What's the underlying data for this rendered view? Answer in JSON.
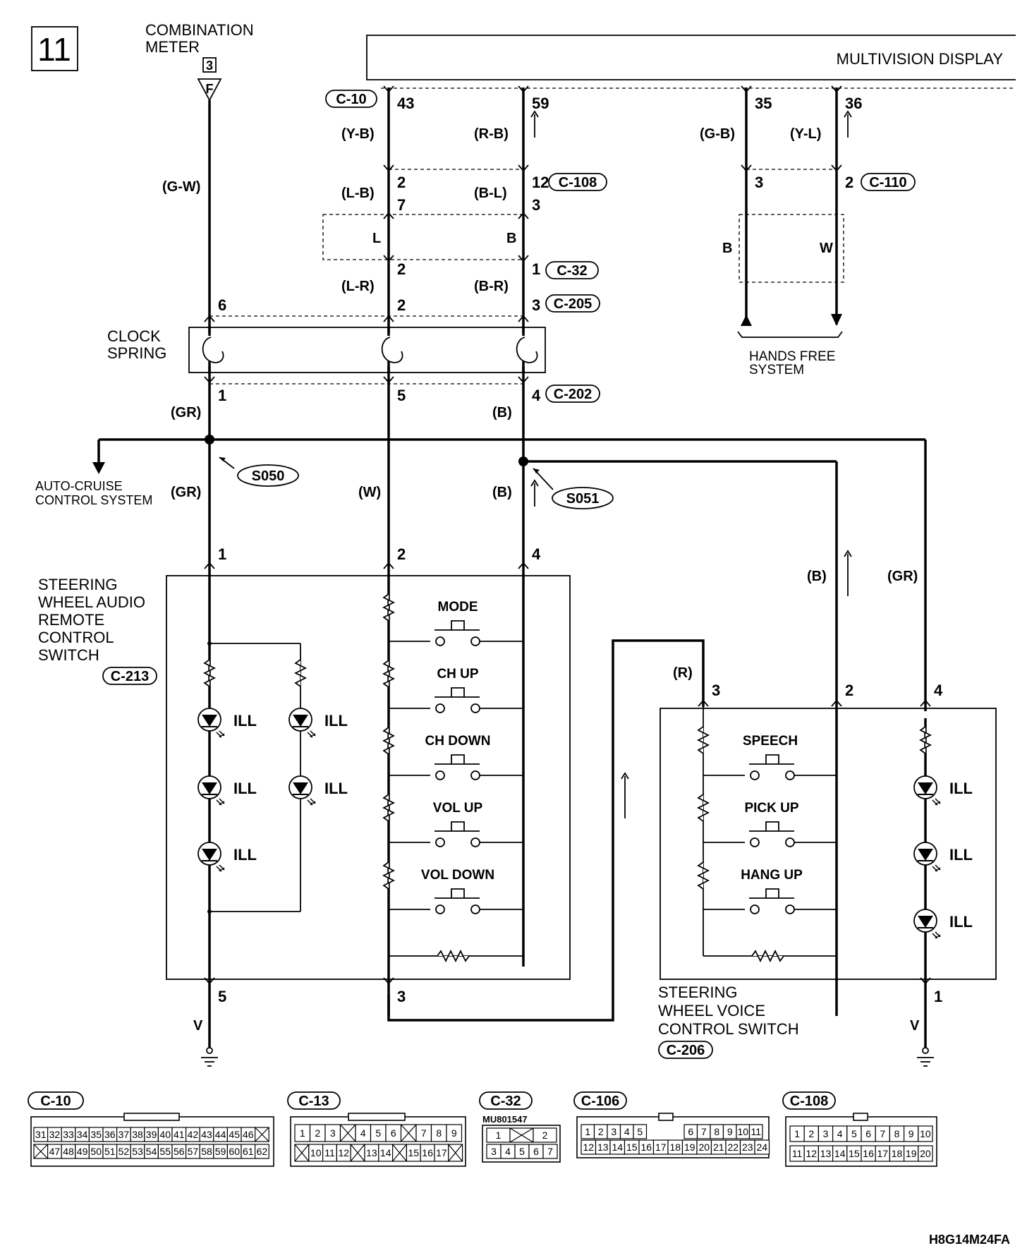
{
  "page_number": "11",
  "diagram_code": "H8G14M24FA",
  "components": {
    "combination_meter": {
      "name_line1": "COMBINATION",
      "name_line2": "METER",
      "connector_pin": "3",
      "terminal": "F"
    },
    "multivision_display": {
      "name": "MULTIVISION DISPLAY"
    },
    "clock_spring": {
      "line1": "CLOCK",
      "line2": "SPRING"
    },
    "hands_free": {
      "line1": "HANDS FREE",
      "line2": "SYSTEM"
    },
    "auto_cruise": {
      "line1": "AUTO-CRUISE",
      "line2": "CONTROL SYSTEM"
    },
    "audio_switch": {
      "line1": "STEERING",
      "line2": "WHEEL AUDIO",
      "line3": "REMOTE",
      "line4": "CONTROL",
      "line5": "SWITCH",
      "connector": "C-213"
    },
    "voice_switch": {
      "line1": "STEERING",
      "line2": "WHEEL VOICE",
      "line3": "CONTROL SWITCH",
      "connector": "C-206"
    }
  },
  "connectors": {
    "c10": "C-10",
    "c108": "C-108",
    "c110": "C-110",
    "c32": "C-32",
    "c205": "C-205",
    "c202": "C-202",
    "c13": "C-13",
    "c106": "C-106"
  },
  "splices": {
    "s050": "S050",
    "s051": "S051"
  },
  "wire_colors": {
    "gw": "(G-W)",
    "yb": "(Y-B)",
    "rb": "(R-B)",
    "gb": "(G-B)",
    "yl": "(Y-L)",
    "lb": "(L-B)",
    "bl": "(B-L)",
    "l": "L",
    "b": "B",
    "w": "W",
    "lr": "(L-R)",
    "br": "(B-R)",
    "gr": "(GR)",
    "b_paren": "(B)",
    "w_paren": "(W)",
    "r_paren": "(R)",
    "v": "V"
  },
  "pins": {
    "p43": "43",
    "p59": "59",
    "p35": "35",
    "p36": "36",
    "p2": "2",
    "p12": "12",
    "p3": "3",
    "p7": "7",
    "p1": "1",
    "p6": "6",
    "p5": "5",
    "p4": "4"
  },
  "switches": {
    "mode": "MODE",
    "ch_up": "CH UP",
    "ch_down": "CH DOWN",
    "vol_up": "VOL UP",
    "vol_down": "VOL DOWN",
    "speech": "SPEECH",
    "pick_up": "PICK UP",
    "hang_up": "HANG UP"
  },
  "ill": "ILL",
  "connector_views": {
    "c10_row1": [
      "31",
      "32",
      "33",
      "34",
      "35",
      "36",
      "37",
      "38",
      "39",
      "40",
      "41",
      "42",
      "43",
      "44",
      "45",
      "46",
      "X"
    ],
    "c10_row2": [
      "X",
      "47",
      "48",
      "49",
      "50",
      "51",
      "52",
      "53",
      "54",
      "55",
      "56",
      "57",
      "58",
      "59",
      "60",
      "61",
      "62"
    ],
    "c13_row1": [
      "1",
      "2",
      "3",
      "X",
      "4",
      "5",
      "6",
      "X",
      "7",
      "8",
      "9"
    ],
    "c13_row2": [
      "X",
      "10",
      "11",
      "12",
      "X",
      "13",
      "14",
      "X",
      "15",
      "16",
      "17",
      "X"
    ],
    "c32_label": "MU801547",
    "c32_row1": [
      "1",
      "X",
      "2"
    ],
    "c32_row2": [
      "3",
      "4",
      "5",
      "6",
      "7"
    ],
    "c106_row1": [
      "1",
      "2",
      "3",
      "4",
      "5",
      "6",
      "7",
      "8",
      "9",
      "10",
      "11"
    ],
    "c106_row2": [
      "12",
      "13",
      "14",
      "15",
      "16",
      "17",
      "18",
      "19",
      "20",
      "21",
      "22",
      "23",
      "24"
    ],
    "c108_row1": [
      "1",
      "2",
      "3",
      "4",
      "5",
      "6",
      "7",
      "8",
      "9",
      "10"
    ],
    "c108_row2": [
      "11",
      "12",
      "13",
      "14",
      "15",
      "16",
      "17",
      "18",
      "19",
      "20"
    ]
  }
}
